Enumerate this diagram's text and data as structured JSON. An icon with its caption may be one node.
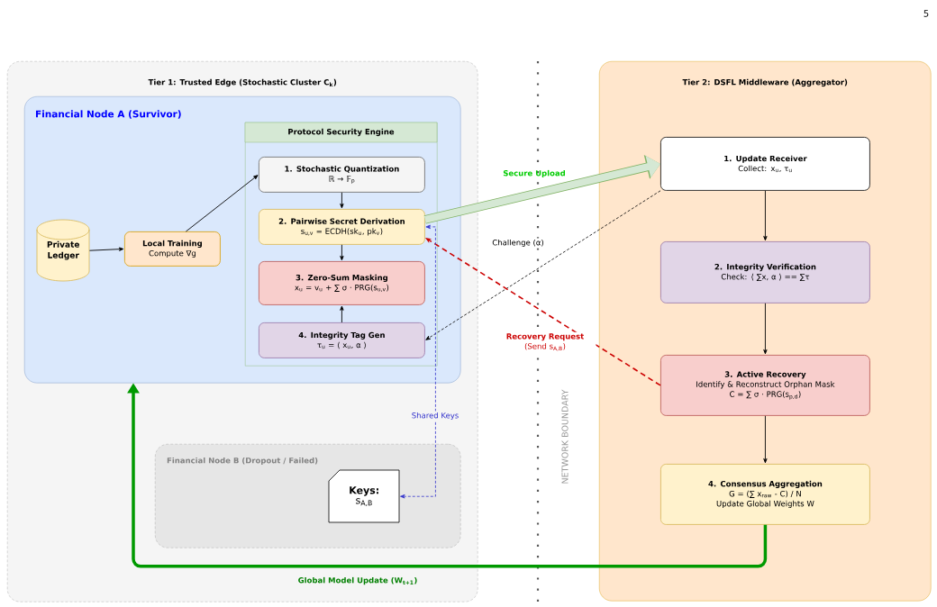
{
  "diagram": {
    "nodes": [
      {
        "text": [
          "Tier 1: Trusted Edge (Stochastic Cluster C$_{k}$)"
        ]
      },
      {
        "text": [
          "Financial Node A (Survivor)"
        ],
        "in": 0
      },
      {
        "text": [
          "Private Ledger"
        ],
        "in": 1
      },
      {
        "text": [
          "Local Training",
          "Compute ∇g"
        ],
        "in": 1
      },
      {
        "text": [
          "Protocol Security Engine"
        ],
        "in": 1
      },
      {
        "text": [
          "1. Stochastic Quantization",
          "ℝ → 𝔽$_{p}$"
        ],
        "in": 4
      },
      {
        "text": [
          "2. Pairwise Secret Derivation",
          "s$_{u,v}$ = ECDH(sk$_{u}$, pk$_{v}$)"
        ],
        "in": 4
      },
      {
        "text": [
          "3. Zero-Sum Masking",
          "x$_{u}$ = v$_{u}$ + ∑ σ · PRG(s$_{u,v}$)"
        ],
        "in": 4
      },
      {
        "text": [
          "4. Integrity Tag Gen",
          "τ$_{u}$ = ⟨ x$_{u}$, α ⟩"
        ],
        "in": 4
      },
      {
        "text": [
          "Financial Node B (Dropout / Failed)"
        ],
        "in": 0
      },
      {
        "text": [
          "Keys:",
          "s$_{A,B}$"
        ],
        "in": 9
      },
      {
        "text": [
          "Tier 2: DSFL Middleware (Aggregator)"
        ]
      },
      {
        "text": [
          "1. Update Receiver",
          "Collect: x$_{u}$, τ$_{u}$"
        ],
        "in": 11
      },
      {
        "text": [
          "2. Integrity Verification",
          "Check: ⟨ ∑x, α ⟩ == ∑τ"
        ],
        "in": 11
      },
      {
        "text": [
          "3. Active Recovery",
          "Identify & Reconstruct Orphan Mask",
          "C = ∑ σ · PRG(s$_{p,d}$)"
        ],
        "in": 11
      },
      {
        "text": [
          "4. Consensus Aggregation",
          "G = (∑ x$_{raw}$ - C) / N",
          "Update Global Weights W"
        ],
        "in": 11
      }
    ],
    "edges": [
      {
        "from": 2,
        "to": 3,
        "arrow": "to"
      },
      {
        "from": 3,
        "to": 5,
        "arrow": "to"
      },
      {
        "from": 5,
        "to": 6,
        "arrow": "to"
      },
      {
        "from": 6,
        "to": 7,
        "arrow": "to"
      },
      {
        "from": 8,
        "to": 7,
        "arrow": "to"
      },
      {
        "from": 6,
        "to": 12,
        "arrow": "to",
        "label": "Secure Upload",
        "style": "thick",
        "color": "#d5e8d4"
      },
      {
        "from": 12,
        "to": 8,
        "arrow": "to",
        "label": "Challenge (α)",
        "style": "dashed"
      },
      {
        "from": 14,
        "to": 6,
        "arrow": "to",
        "label": "**Recovery Request** (Send s$_{A,B}$)",
        "style": "dashed",
        "color": "#cc0000"
      },
      {
        "from": 10,
        "to": 6,
        "arrow": "both",
        "label": "Shared Keys",
        "style": "dashed",
        "color": "#3333cc"
      },
      {
        "from": 12,
        "to": 13,
        "arrow": "to"
      },
      {
        "from": 13,
        "to": 14,
        "arrow": "to"
      },
      {
        "from": 14,
        "to": 15,
        "arrow": "to"
      },
      {
        "from": 15,
        "to": 1,
        "arrow": "to",
        "label": "Global Model Update (W$_{t+1}$)",
        "style": "thick",
        "color": "#009900"
      }
    ],
    "labels": [
      "5",
      "NETWORK BOUNDARY"
    ]
  }
}
